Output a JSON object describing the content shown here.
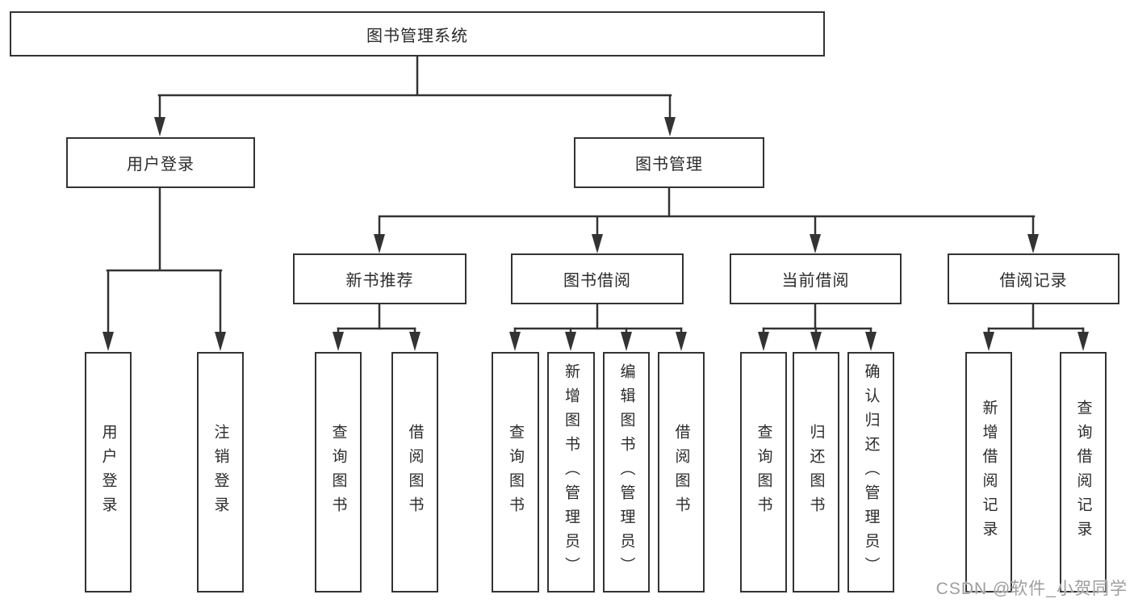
{
  "diagram": {
    "root": {
      "label": "图书管理系统"
    },
    "branches": [
      {
        "label": "用户登录",
        "leaves": [
          "用户登录",
          "注销登录"
        ]
      },
      {
        "label": "图书管理",
        "groups": [
          {
            "label": "新书推荐",
            "leaves": [
              "查询图书",
              "借阅图书"
            ]
          },
          {
            "label": "图书借阅",
            "leaves": [
              "查询图书",
              "新增图书（管理员）",
              "编辑图书（管理员）",
              "借阅图书"
            ]
          },
          {
            "label": "当前借阅",
            "leaves": [
              "查询图书",
              "归还图书",
              "确认归还（管理员）"
            ]
          },
          {
            "label": "借阅记录",
            "leaves": [
              "新增借阅记录",
              "查询借阅记录"
            ]
          }
        ]
      }
    ]
  },
  "watermark": {
    "text": "CSDN @软件_小贺同学"
  },
  "colors": {
    "line": "#333333",
    "box_border": "#333333",
    "box_fill": "#ffffff",
    "text": "#2b2b2b",
    "watermark": "#9e9e9e",
    "background": "#ffffff"
  }
}
